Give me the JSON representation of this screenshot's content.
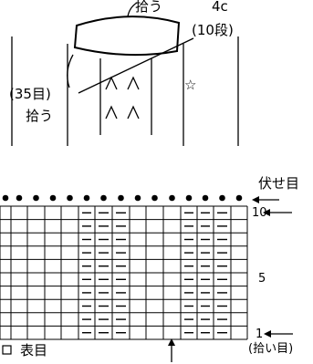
{
  "sketch": {
    "top_label_pickup": "拾う",
    "top_label_size": "4c",
    "top_label_rows": "(10段)",
    "side_label_count": "(35目)",
    "side_label_pickup": "拾う",
    "star_mark": "☆"
  },
  "chart": {
    "bindoff_label": "伏せ目",
    "row_label_top": "10",
    "row_label_mid": "5",
    "row_label_bottom": "1",
    "pickup_note": "(拾い目)",
    "legend_symbol": "□",
    "legend_text": "表目",
    "rows": 10,
    "purl_symbol": "—"
  }
}
